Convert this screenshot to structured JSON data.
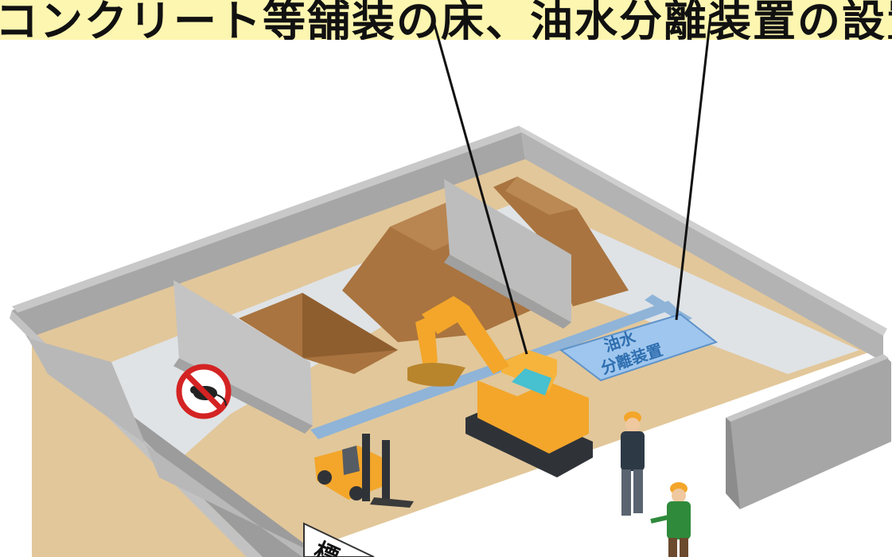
{
  "banner": {
    "text": "コンクリート等舗装の床、油水分離装置の設置、排水溝",
    "background": "#fdf6b0"
  },
  "signs": {
    "separator_line1": "油水",
    "separator_line2": "分離装置",
    "bottom_label": "標"
  },
  "icons": {
    "no_rodents": "no-rat-icon"
  },
  "colors": {
    "wall": "#a6a6a6",
    "wall_top": "#c6c6c6",
    "floor": "#e2c79a",
    "pile": "#a9743f",
    "excavator": "#f3a62a",
    "separator_pad": "#9fc6ee",
    "prohibition_red": "#d42323"
  }
}
